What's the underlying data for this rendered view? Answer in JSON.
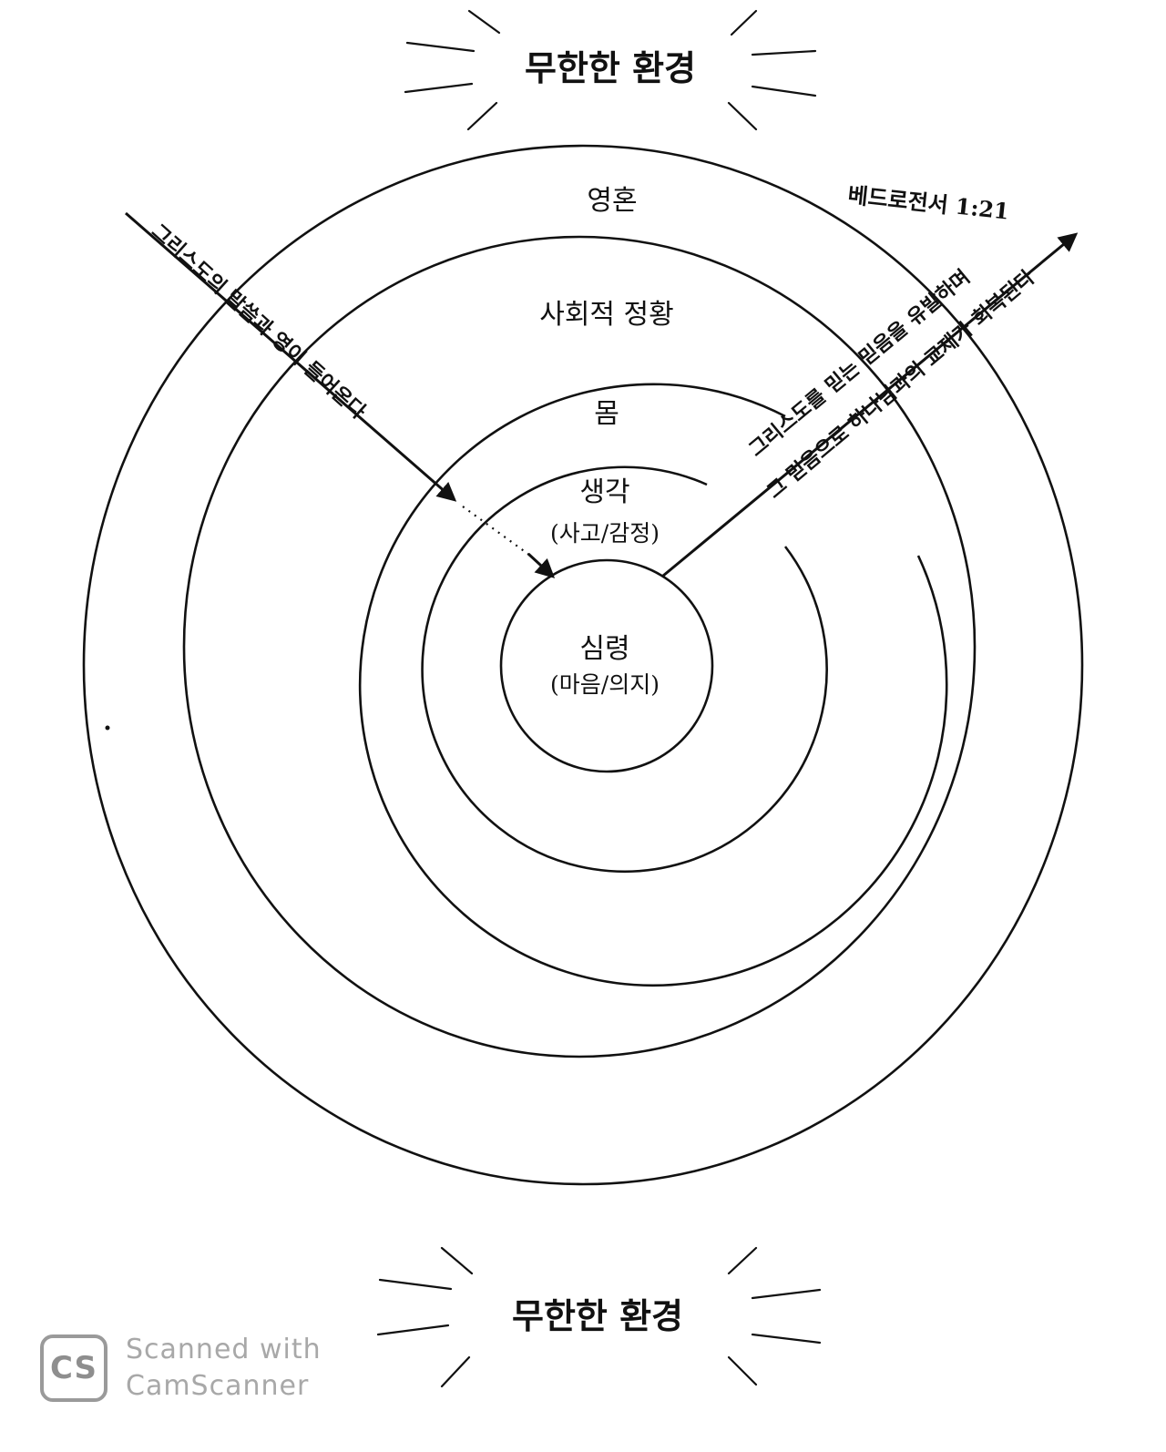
{
  "environment_top": "무한한 환경",
  "environment_bottom": "무한한 환경",
  "layers": {
    "soul": "영혼",
    "social": "사회적 정황",
    "body": "몸",
    "thought": "생각",
    "thought_sub": "(사고/감정)",
    "spirit": "심령",
    "spirit_sub": "(마음/의지)"
  },
  "arrow_in_label": "그리스도의 말씀과 영이 들어온다",
  "arrow_out_label_1": "그리스도를 믿는 믿음을 유발하며",
  "arrow_out_label_2": "그 믿음으로 하나님과의 교제가 회복된다.",
  "reference": "베드로전서 1:21",
  "watermark": {
    "logo": "CS",
    "line1": "Scanned with",
    "line2": "CamScanner"
  }
}
